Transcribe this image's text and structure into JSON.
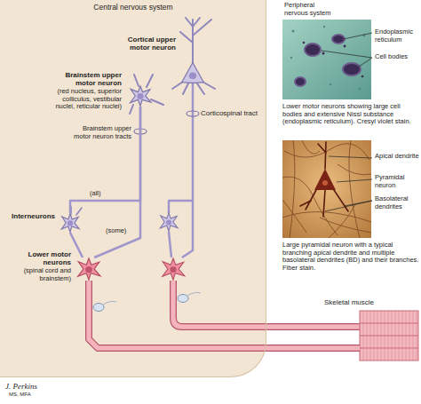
{
  "diagram": {
    "nodes": [
      {
        "text": [
          "Central nervous system"
        ]
      },
      {
        "text": [
          "Cortical upper motor neuron"
        ],
        "in": 0
      },
      {
        "text": [
          "Brainstem upper motor neuron",
          "(red nucleus, superior colliculus, vestibular nuclei, reticular nuclei)"
        ],
        "in": 0
      },
      {
        "text": [
          "Interneurons"
        ],
        "in": 0
      },
      {
        "text": [
          "Lower motor neurons",
          "(spinal cord and brainstem)"
        ],
        "in": 0
      },
      {
        "text": [
          "Endoplasmic reticulum",
          "Cell bodies",
          "Lower motor neurons showing large cell bodies and extensive Nissl substance (endoplasmic reticulum). Cresyl violet stain."
        ]
      },
      {
        "text": [
          "Apical dendrite",
          "Pyramidal neuron",
          "Basolateral dendrites",
          "Large pyramidal neuron with a typical branching apical dendrite and multiple basolateral dendrites (BD) and their branches. Fiber stain."
        ]
      },
      {
        "text": [
          "Skeletal muscle"
        ]
      }
    ],
    "edges": [
      {
        "from": 2,
        "to": 3,
        "arrow": "none",
        "label": "(all)"
      },
      {
        "from": 2,
        "to": 4,
        "arrow": "none",
        "label": "(some)"
      },
      {
        "from": 3,
        "to": 4,
        "arrow": "none"
      },
      {
        "from": 4,
        "to": 7,
        "arrow": "none"
      }
    ],
    "labels": [
      "Peripheral nervous system",
      "Corticospinal tract",
      "Brainstem upper motor neuron tracts",
      "J. Perkins",
      "MS, MFA"
    ]
  }
}
